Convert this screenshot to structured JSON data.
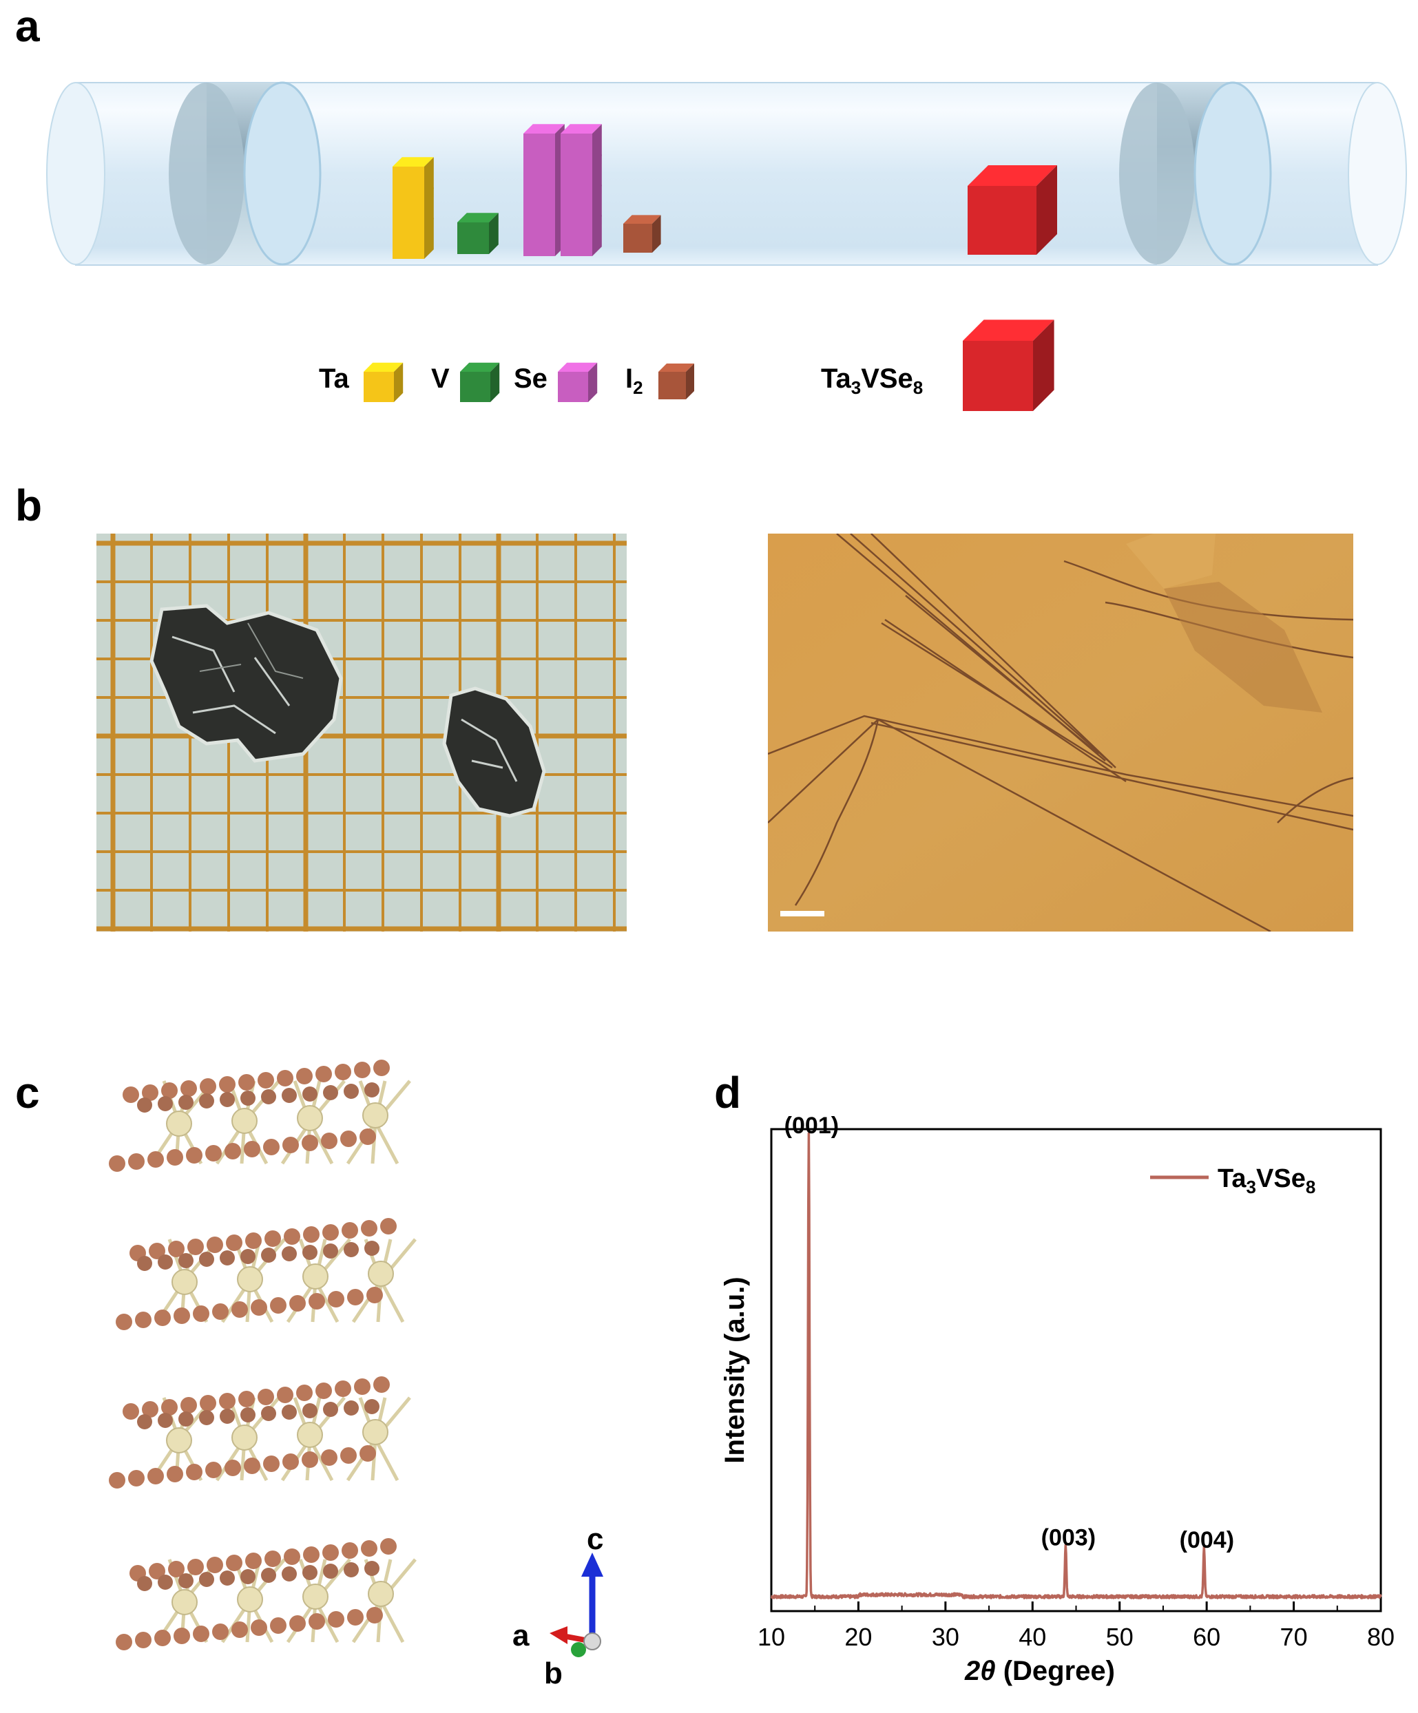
{
  "panels": {
    "a": {
      "letter": "a",
      "legend": {
        "ta": "Ta",
        "v": "V",
        "se": "Se",
        "i2_base": "I",
        "i2_sub": "2",
        "product_ta": "Ta",
        "product_ta_sub": "3",
        "product_vse": "VSe",
        "product_se_sub": "8"
      },
      "colors": {
        "ta": "#f5c518",
        "v": "#2f8a3c",
        "se": "#c85ec0",
        "i2": "#a8553a",
        "product": "#d9262b"
      }
    },
    "b": {
      "letter": "b"
    },
    "c": {
      "letter": "c",
      "axes": {
        "a": "a",
        "b": "b",
        "c": "c"
      },
      "colors": {
        "se_atom": "#b9785a",
        "ta_atom": "#e9e0b6"
      }
    },
    "d": {
      "letter": "d"
    }
  },
  "chart_data": {
    "type": "line",
    "xlabel_italic": "2θ",
    "xlabel_rest": " (Degree)",
    "ylabel": "Intensity (a.u.)",
    "xlim": [
      10,
      80
    ],
    "ylim": [
      0,
      100
    ],
    "x_ticks": [
      10,
      20,
      30,
      40,
      50,
      60,
      70,
      80
    ],
    "y_ticks_shown": false,
    "legend_position": "top-right",
    "series": [
      {
        "legend_base": "Ta",
        "legend_sub1": "3",
        "legend_mid": "VSe",
        "legend_sub2": "8",
        "color": "#b8665a",
        "baseline": 3.0,
        "peaks": [
          {
            "x": 14.3,
            "y": 96.0,
            "label": "(001)"
          },
          {
            "x": 43.8,
            "y": 10.5,
            "label": "(003)"
          },
          {
            "x": 59.7,
            "y": 10.0,
            "label": "(004)"
          }
        ]
      }
    ]
  }
}
